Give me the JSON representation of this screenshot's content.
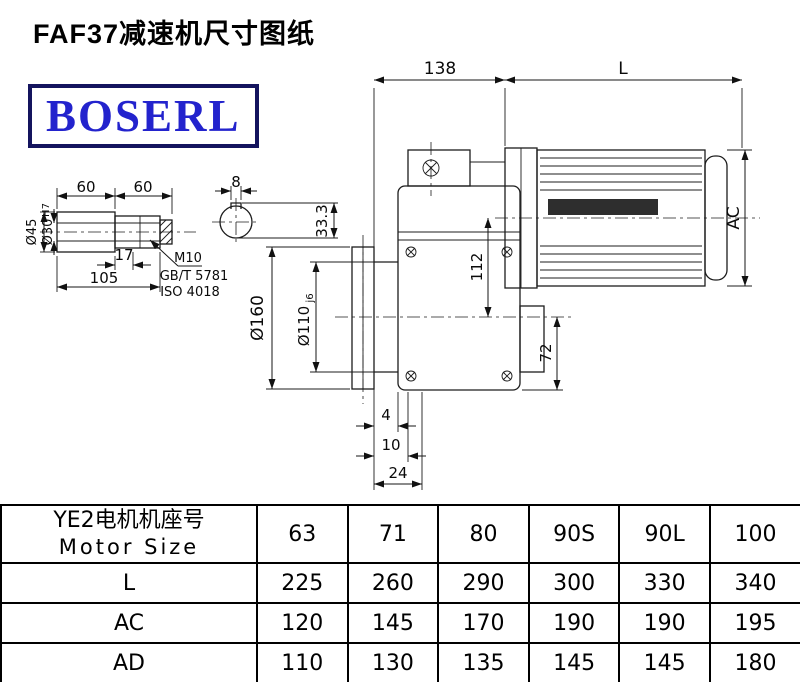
{
  "title": "FAF37减速机尺寸图纸",
  "logo": {
    "text": "BOSERL"
  },
  "drawing": {
    "dims": {
      "len138": "138",
      "lenL": "L",
      "ac": "AC",
      "h112": "112",
      "h72": "72",
      "flange_od": "Ø160",
      "spigot": "Ø110",
      "spigot_fit": "j6",
      "off4": "4",
      "off10": "10",
      "off24": "24",
      "seg60a": "60",
      "seg60b": "60",
      "key8": "8",
      "shaft_od": "Ø45",
      "bore": "Ø30",
      "bore_fit": "H7",
      "len17": "17",
      "len105": "105",
      "key333": "33.3",
      "bolt": "M10",
      "bolt_std": "GB/T 5781",
      "bolt_iso": "ISO 4018"
    }
  },
  "table": {
    "header": {
      "line1": "YE2电机机座号",
      "line2": "Motor Size"
    },
    "columns": [
      "63",
      "71",
      "80",
      "90S",
      "90L",
      "100"
    ],
    "rows": [
      {
        "label": "L",
        "values": [
          "225",
          "260",
          "290",
          "300",
          "330",
          "340"
        ]
      },
      {
        "label": "AC",
        "values": [
          "120",
          "145",
          "170",
          "190",
          "190",
          "195"
        ]
      },
      {
        "label": "AD",
        "values": [
          "110",
          "130",
          "135",
          "145",
          "145",
          "180"
        ]
      }
    ]
  }
}
